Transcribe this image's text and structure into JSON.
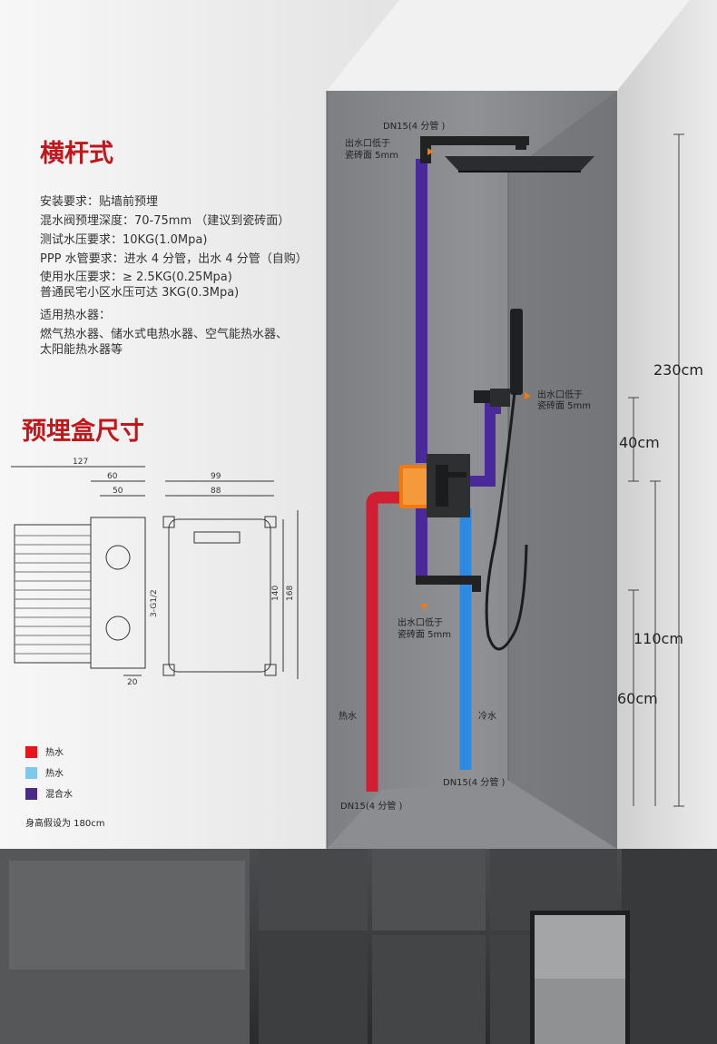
{
  "info": {
    "title": "横杆式",
    "specs": [
      "安装要求：贴墙前预埋",
      "混水阀预埋深度：70-75mm （建议到瓷砖面）",
      "测试水压要求：10KG(1.0Mpa)",
      "PPP 水管要求：进水 4 分管，出水 4 分管（自购）",
      "使用水压要求：≥ 2.5KG(0.25Mpa)",
      "普通民宅小区水压可达 3KG(0.3Mpa)"
    ],
    "heater_title": "适用热水器：",
    "heater_lines": [
      "燃气热水器、储水式电热水器、空气能热水器、",
      "太阳能热水器等"
    ]
  },
  "box": {
    "title": "预埋盒尺寸",
    "side": {
      "overall": "127",
      "a": "60",
      "b": "50",
      "bottom": "20",
      "thread": "3-G1/2"
    },
    "front": {
      "w_outer": "99",
      "w_inner": "88",
      "h_inner": "140",
      "h_outer": "168"
    }
  },
  "legend": [
    {
      "color": "#e8141c",
      "label": "热水"
    },
    {
      "color": "#7ec8ec",
      "label": "热水"
    },
    {
      "color": "#4b2b86",
      "label": "混合水"
    }
  ],
  "legend_note": "身高假设为 180cm",
  "diagram": {
    "top_pipe_label": "DN15(4 分管 )",
    "outlet_top": [
      "出水口低于",
      "瓷砖面 5mm"
    ],
    "outlet_mid": [
      "出水口低于",
      "瓷砖面 5mm"
    ],
    "outlet_low": [
      "出水口低于",
      "瓷砖面 5mm"
    ],
    "hot_label": "热水",
    "cold_label": "冷水",
    "dn15_cold": "DN15(4 分管 )",
    "dn15_hot": "DN15(4 分管 )",
    "heights": {
      "total": "230cm",
      "h40": "40cm",
      "h110": "110cm",
      "h60": "60cm"
    },
    "colors": {
      "hot": "#d01f33",
      "cold": "#2e8ae0",
      "mixed": "#4a2a9a",
      "box": "#f07a10",
      "wall": "#8a8c8e"
    }
  }
}
